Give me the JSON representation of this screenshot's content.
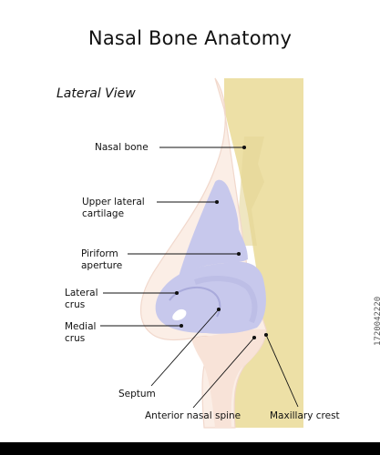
{
  "title": "Nasal Bone Anatomy",
  "subtitle": "Lateral View",
  "labels": {
    "nasal_bone": "Nasal bone",
    "upper_lateral_cartilage": "Upper lateral\ncartilage",
    "piriform_aperture": "Piriform\naperture",
    "lateral_crus": "Lateral\ncrus",
    "medial_crus": "Medial\ncrus",
    "septum": "Septum",
    "anterior_nasal_spine": "Anterior nasal spine",
    "maxillary_crest": "Maxillary crest"
  },
  "stock_id": "1720042220",
  "colors": {
    "bone": "#ede0a6",
    "bone_dark": "#ddcd8e",
    "skin": "#fbeee6",
    "skin_edge": "#f1d8cc",
    "cartilage": "#c7c8ec",
    "cartilage_dark": "#a9aadb",
    "nostril": "#ffffff"
  }
}
